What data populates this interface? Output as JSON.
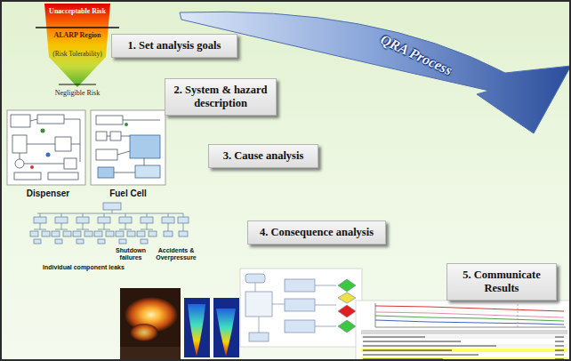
{
  "diagram": {
    "nodes": [
      {
        "text": [
          "1. Set analysis goals"
        ]
      },
      {
        "text": [
          "2. System & hazard description"
        ]
      },
      {
        "text": [
          "3. Cause analysis"
        ]
      },
      {
        "text": [
          "4. Consequence analysis"
        ]
      },
      {
        "text": [
          "5. Communicate Results"
        ]
      }
    ],
    "labels": [
      "Unacceptable Risk",
      "ALARP Region",
      "(Risk Tolerability)",
      "Negligible Risk",
      "QRA Process",
      "Dispenser",
      "Fuel Cell",
      "Individual component leaks",
      "Shutdown failures",
      "Accidents & Overpressure"
    ]
  }
}
